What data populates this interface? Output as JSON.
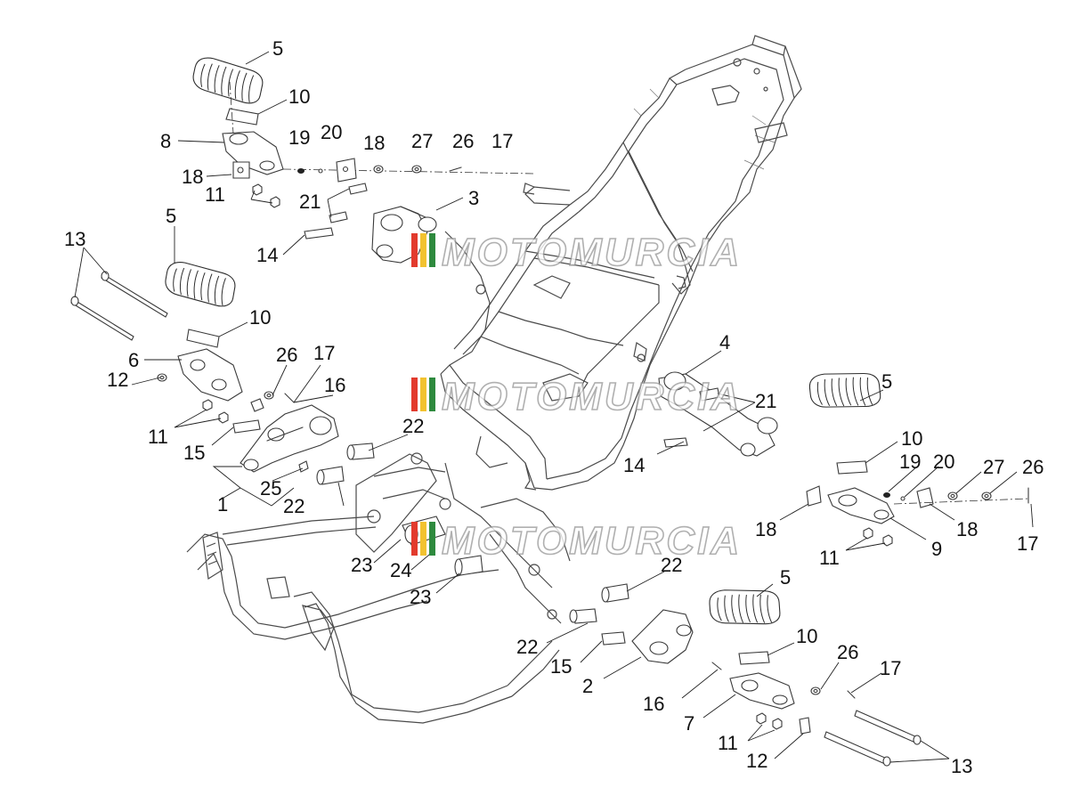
{
  "diagram": {
    "watermark": {
      "text": "MOTOMURCIA",
      "stripe_colors": [
        "#e23b2e",
        "#f2c230",
        "#2e8a3e"
      ],
      "outline_color": "#9a9a9a"
    },
    "callouts": [
      {
        "id": "c-5-a",
        "text": "5"
      },
      {
        "id": "c-10-a",
        "text": "10"
      },
      {
        "id": "c-8",
        "text": "8"
      },
      {
        "id": "c-19-a",
        "text": "19"
      },
      {
        "id": "c-20-a",
        "text": "20"
      },
      {
        "id": "c-18-a",
        "text": "18"
      },
      {
        "id": "c-27-a",
        "text": "27"
      },
      {
        "id": "c-26-a",
        "text": "26"
      },
      {
        "id": "c-17-a",
        "text": "17"
      },
      {
        "id": "c-18-b",
        "text": "18"
      },
      {
        "id": "c-21-a",
        "text": "21"
      },
      {
        "id": "c-3",
        "text": "3"
      },
      {
        "id": "c-11-a",
        "text": "11"
      },
      {
        "id": "c-13-a",
        "text": "13"
      },
      {
        "id": "c-5-b",
        "text": "5"
      },
      {
        "id": "c-14-a",
        "text": "14"
      },
      {
        "id": "c-10-b",
        "text": "10"
      },
      {
        "id": "c-6",
        "text": "6"
      },
      {
        "id": "c-26-b",
        "text": "26"
      },
      {
        "id": "c-17-b",
        "text": "17"
      },
      {
        "id": "c-16-a",
        "text": "16"
      },
      {
        "id": "c-12-a",
        "text": "12"
      },
      {
        "id": "c-11-b",
        "text": "11"
      },
      {
        "id": "c-15-a",
        "text": "15"
      },
      {
        "id": "c-22-a",
        "text": "22"
      },
      {
        "id": "c-25",
        "text": "25"
      },
      {
        "id": "c-1",
        "text": "1"
      },
      {
        "id": "c-22-b",
        "text": "22"
      },
      {
        "id": "c-4",
        "text": "4"
      },
      {
        "id": "c-21-b",
        "text": "21"
      },
      {
        "id": "c-14-b",
        "text": "14"
      },
      {
        "id": "c-5-c",
        "text": "5"
      },
      {
        "id": "c-10-c",
        "text": "10"
      },
      {
        "id": "c-19-b",
        "text": "19"
      },
      {
        "id": "c-20-b",
        "text": "20"
      },
      {
        "id": "c-27-b",
        "text": "27"
      },
      {
        "id": "c-26-c",
        "text": "26"
      },
      {
        "id": "c-18-c",
        "text": "18"
      },
      {
        "id": "c-18-d",
        "text": "18"
      },
      {
        "id": "c-17-c",
        "text": "17"
      },
      {
        "id": "c-11-c",
        "text": "11"
      },
      {
        "id": "c-9",
        "text": "9"
      },
      {
        "id": "c-23-a",
        "text": "23"
      },
      {
        "id": "c-24",
        "text": "24"
      },
      {
        "id": "c-23-b",
        "text": "23"
      },
      {
        "id": "c-22-c",
        "text": "22"
      },
      {
        "id": "c-22-d",
        "text": "22"
      },
      {
        "id": "c-15-b",
        "text": "15"
      },
      {
        "id": "c-2",
        "text": "2"
      },
      {
        "id": "c-5-d",
        "text": "5"
      },
      {
        "id": "c-10-d",
        "text": "10"
      },
      {
        "id": "c-26-d",
        "text": "26"
      },
      {
        "id": "c-17-d",
        "text": "17"
      },
      {
        "id": "c-16-b",
        "text": "16"
      },
      {
        "id": "c-7",
        "text": "7"
      },
      {
        "id": "c-11-d",
        "text": "11"
      },
      {
        "id": "c-12-b",
        "text": "12"
      },
      {
        "id": "c-13-b",
        "text": "13"
      }
    ]
  }
}
